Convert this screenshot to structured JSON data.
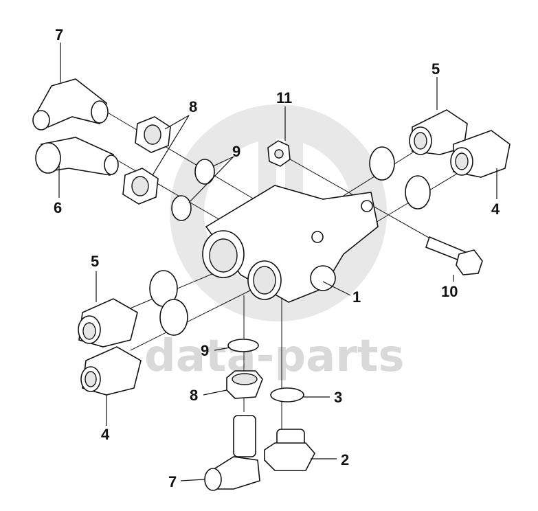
{
  "watermark": {
    "text": "data-parts",
    "color": "#d9d9d9"
  },
  "labels": {
    "l1": "1",
    "l2": "2",
    "l3": "3",
    "l4a": "4",
    "l4b": "4",
    "l5a": "5",
    "l5b": "5",
    "l6": "6",
    "l7a": "7",
    "l7b": "7",
    "l8a": "8",
    "l8b": "8",
    "l9a": "9",
    "l9b": "9",
    "l10": "10",
    "l11": "11"
  }
}
